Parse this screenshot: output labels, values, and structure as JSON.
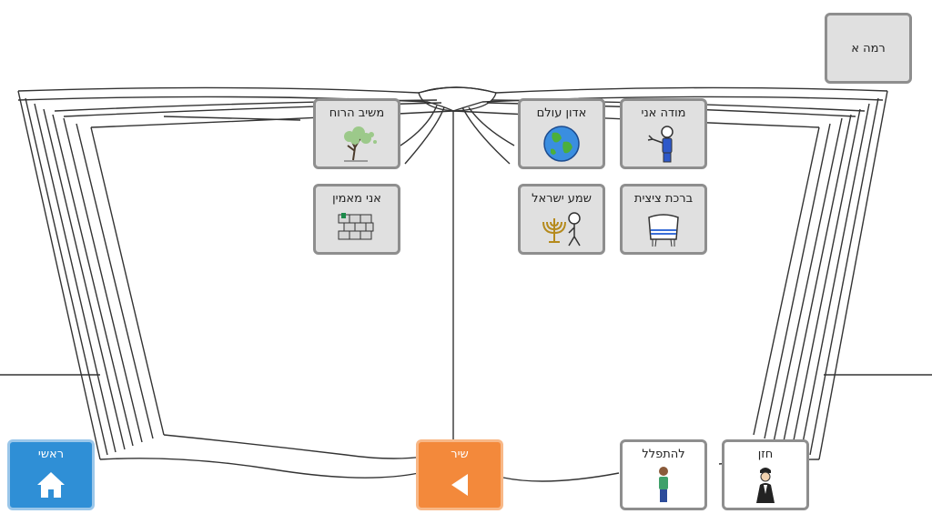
{
  "level": {
    "label": "רמה א"
  },
  "tiles": {
    "modeh_ani": "מודה אני",
    "adon_olam": "אדון עולם",
    "mashiv_haruach": "משיב הרוח",
    "birkat_tzitzit": "ברכת ציצית",
    "shema_yisrael": "שמע ישראל",
    "ani_maamin": "אני מאמין"
  },
  "bottom": {
    "home": "ראשי",
    "song": "שיר",
    "pray": "להתפלל",
    "cantor": "חזן"
  },
  "icons": {
    "home": "home-icon",
    "play": "play-back-icon",
    "modeh_ani": "person-gesturing-icon",
    "adon_olam": "globe-icon",
    "mashiv_haruach": "windy-tree-icon",
    "birkat_tzitzit": "tallit-icon",
    "shema_yisrael": "menorah-person-icon",
    "ani_maamin": "western-wall-icon",
    "pray": "praying-person-icon",
    "cantor": "cantor-icon"
  },
  "colors": {
    "home": "#2f8fd6",
    "song": "#f3893b",
    "tile": "#e0e0e0"
  }
}
